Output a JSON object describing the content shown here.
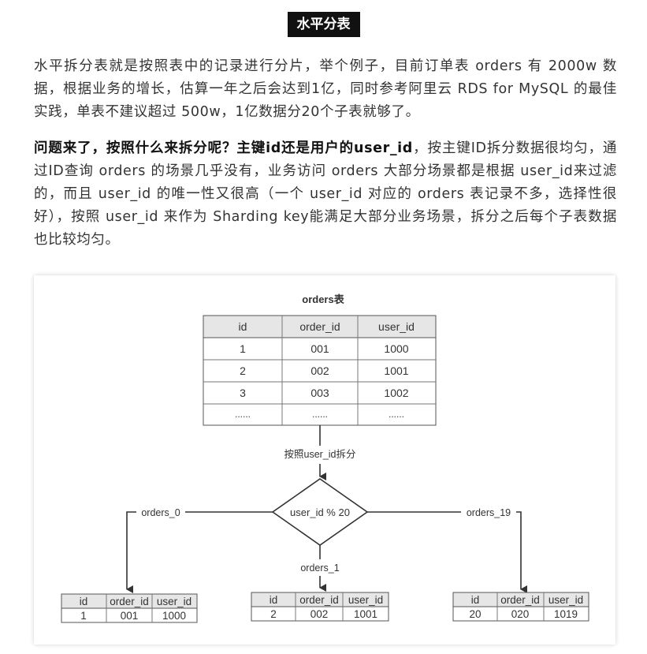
{
  "title": "水平分表",
  "paragraph1": "水平拆分表就是按照表中的记录进行分片，举个例子，目前订单表 orders 有 2000w 数据，根据业务的增长，估算一年之后会达到1亿，同时参考阿里云 RDS for MySQL 的最佳实践，单表不建议超过 500w，1亿数据分20个子表就够了。",
  "paragraph2_bold": "问题来了，按照什么来拆分呢？主键id还是用户的user_id",
  "paragraph2_rest": "，按主键ID拆分数据很均匀，通过ID查询 orders 的场景几乎没有，业务访问 orders 大部分场景都是根据 user_id来过滤的，而且 user_id 的唯一性又很高（一个 user_id 对应的 orders 表记录不多，选择性很好），按照 user_id 来作为 Sharding key能满足大部分业务场景，拆分之后每个子表数据也比较均匀。",
  "diagram": {
    "main_table_title": "orders表",
    "main_headers": [
      "id",
      "order_id",
      "user_id"
    ],
    "main_rows": [
      [
        "1",
        "001",
        "1000"
      ],
      [
        "2",
        "002",
        "1001"
      ],
      [
        "3",
        "003",
        "1002"
      ],
      [
        "......",
        "......",
        "......"
      ]
    ],
    "split_label": "按照user_id拆分",
    "decision_label": "user_id % 20",
    "branches": [
      {
        "label": "orders_0",
        "headers": [
          "id",
          "order_id",
          "user_id"
        ],
        "row": [
          "1",
          "001",
          "1000"
        ]
      },
      {
        "label": "orders_1",
        "headers": [
          "id",
          "order_id",
          "user_id"
        ],
        "row": [
          "2",
          "002",
          "1001"
        ]
      },
      {
        "label": "orders_19",
        "headers": [
          "id",
          "order_id",
          "user_id"
        ],
        "row": [
          "20",
          "020",
          "1019"
        ]
      }
    ],
    "colors": {
      "header_fill": "#e6e6e6",
      "line": "#333333",
      "border": "#555555"
    }
  }
}
